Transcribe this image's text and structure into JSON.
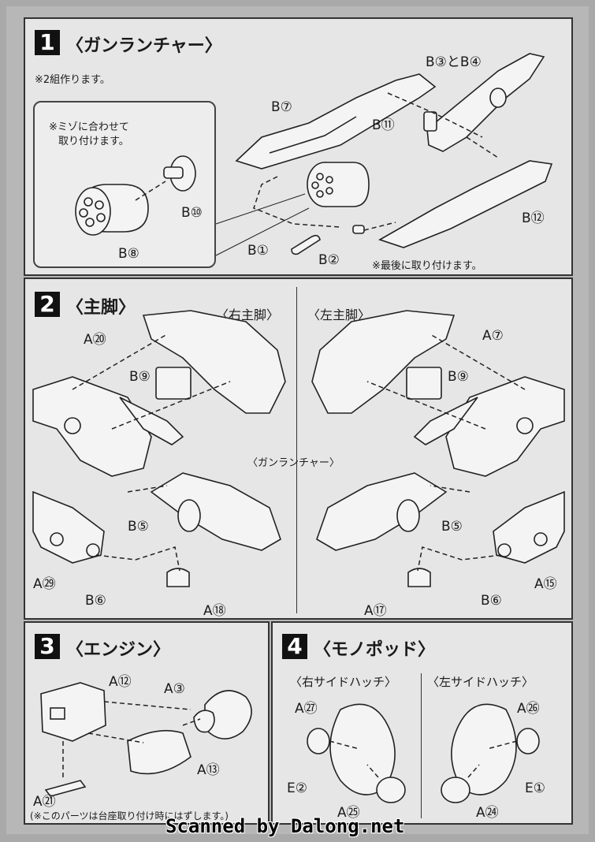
{
  "step1": {
    "number": "1",
    "title": "〈ガンランチャー〉",
    "note": "※2組作ります。",
    "inset_note_line1": "※ミゾに合わせて",
    "inset_note_line2": "取り付けます。",
    "parts": {
      "b3b4": "B③とB④",
      "b7": "B⑦",
      "b11": "B⑪",
      "b12": "B⑫",
      "b10": "B⑩",
      "b8": "B⑧",
      "b1": "B①",
      "b2": "B②"
    },
    "last_note": "※最後に取り付けます。"
  },
  "step2": {
    "number": "2",
    "title": "〈主脚〉",
    "right_heading": "〈右主脚〉",
    "left_heading": "〈左主脚〉",
    "center_label": "〈ガンランチャー〉",
    "right_parts": {
      "a20": "A⑳",
      "b9": "B⑨",
      "b5": "B⑤",
      "a29": "A㉙",
      "b6": "B⑥",
      "a18": "A⑱"
    },
    "left_parts": {
      "a7": "A⑦",
      "b9": "B⑨",
      "b5": "B⑤",
      "a15": "A⑮",
      "b6": "B⑥",
      "a17": "A⑰"
    }
  },
  "step3": {
    "number": "3",
    "title": "〈エンジン〉",
    "parts": {
      "a12": "A⑫",
      "a3": "A③",
      "a13": "A⑬",
      "a21": "A㉑"
    },
    "note": "(※このパーツは台座取り付け時にはずします。)"
  },
  "step4": {
    "number": "4",
    "title": "〈モノポッド〉",
    "right_heading": "〈右サイドハッチ〉",
    "left_heading": "〈左サイドハッチ〉",
    "right_parts": {
      "a27": "A㉗",
      "e2": "E②",
      "a25": "A㉕"
    },
    "left_parts": {
      "a26": "A㉖",
      "e1": "E①",
      "a24": "A㉔"
    }
  },
  "footer": {
    "watermark": "Scanned by Dalong.net"
  }
}
